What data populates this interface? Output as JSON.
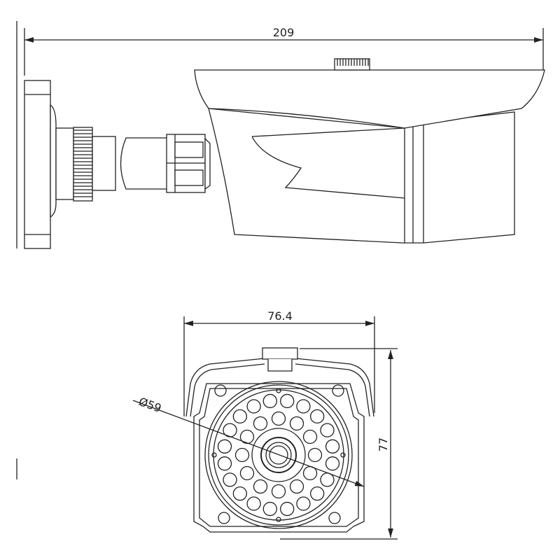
{
  "side_view": {
    "length_label": "209"
  },
  "front_view": {
    "width_label": "76.4",
    "diameter_label": "Ø59",
    "height_label": "77"
  },
  "colors": {
    "line": "#222222",
    "background": "#ffffff"
  }
}
